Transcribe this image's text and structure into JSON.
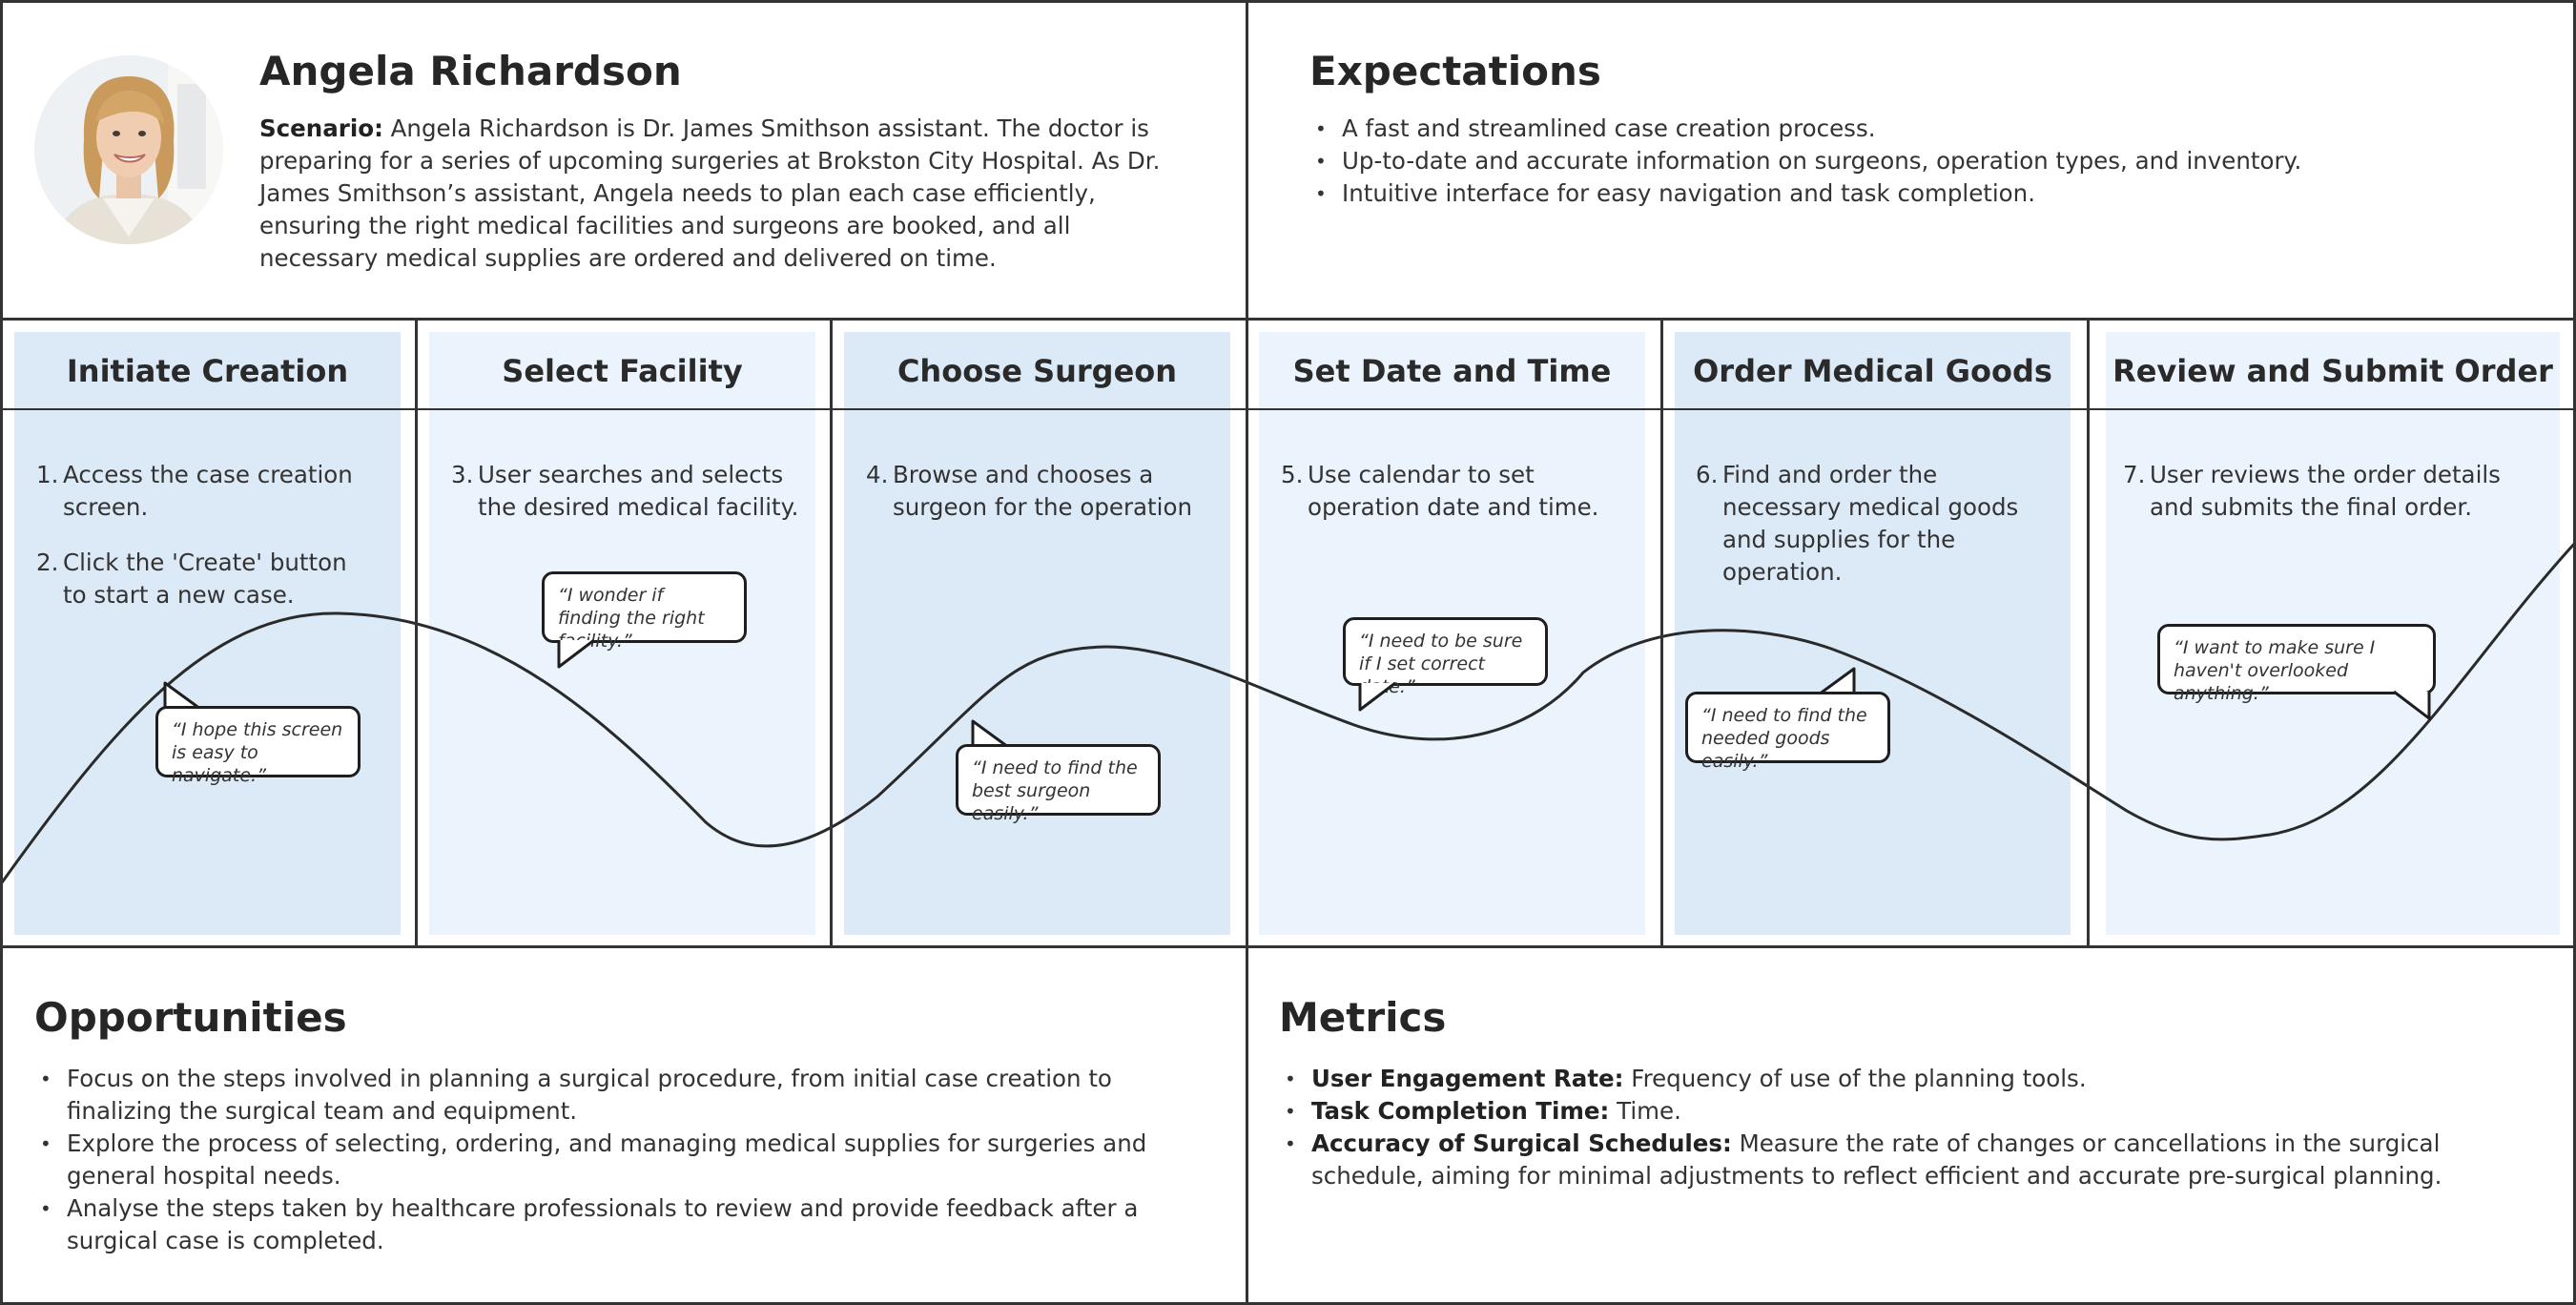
{
  "persona": {
    "name": "Angela Richardson",
    "scenario_label": "Scenario:",
    "scenario_text": " Angela Richardson is Dr. James Smithson assistant. The doctor is preparing for a series of upcoming surgeries at Brokston City Hospital. As Dr. James Smithson’s assistant, Angela needs to plan each case efficiently, ensuring the right medical facilities and surgeons are booked, and all necessary medical supplies are ordered and delivered on time."
  },
  "expectations": {
    "title": "Expectations",
    "items": [
      "A fast and streamlined case creation process.",
      "Up-to-date and accurate information on surgeons, operation types, and inventory.",
      "Intuitive interface for easy navigation and task completion."
    ]
  },
  "stages": [
    {
      "title": "Initiate Creation",
      "steps": [
        {
          "num": "1.",
          "text": "Access the case creation screen."
        },
        {
          "num": "2.",
          "text": "Click the 'Create' button to start a new case."
        }
      ],
      "quote": "“I hope this screen is easy to navigate.”"
    },
    {
      "title": "Select Facility",
      "steps": [
        {
          "num": "3.",
          "text": "User searches and selects the desired medical facility."
        }
      ],
      "quote": "“I wonder if finding the right facility.”"
    },
    {
      "title": "Choose Surgeon",
      "steps": [
        {
          "num": "4.",
          "text": "Browse and chooses a surgeon for the operation"
        }
      ],
      "quote": "“I need to find the best surgeon easily.”"
    },
    {
      "title": "Set Date and Time",
      "steps": [
        {
          "num": "5.",
          "text": "Use calendar to set operation date and time."
        }
      ],
      "quote": "“I need to be sure if I set correct date.”"
    },
    {
      "title": "Order Medical Goods",
      "steps": [
        {
          "num": "6.",
          "text": "Find and order the necessary medical goods and supplies for the operation."
        }
      ],
      "quote": "“I need to find the needed goods easily.”"
    },
    {
      "title": "Review and Submit Order",
      "steps": [
        {
          "num": "7.",
          "text": "User reviews the order details and submits the final order."
        }
      ],
      "quote": "“I want to make sure I haven't overlooked anything.”"
    }
  ],
  "opportunities": {
    "title": "Opportunities",
    "items": [
      "Focus on the steps involved in planning a surgical procedure, from initial case creation to finalizing the surgical team and equipment.",
      "Explore the process of selecting, ordering, and managing medical supplies for surgeries and general hospital needs.",
      "Analyse the steps taken by healthcare professionals to review and provide feedback after a surgical case is completed."
    ]
  },
  "metrics": {
    "title": "Metrics",
    "items": [
      {
        "label": "User Engagement Rate:",
        "text": " Frequency of use of the planning tools."
      },
      {
        "label": "Task Completion Time:",
        "text": " Time."
      },
      {
        "label": "Accuracy of Surgical Schedules:",
        "text": " Measure the rate of changes or cancellations in the surgical schedule, aiming for minimal adjustments to reflect efficient and accurate pre-surgical planning."
      }
    ]
  },
  "colors": {
    "stage_dark": "#dceaf8",
    "stage_light": "#ebf4fd",
    "lines": "#333333"
  }
}
